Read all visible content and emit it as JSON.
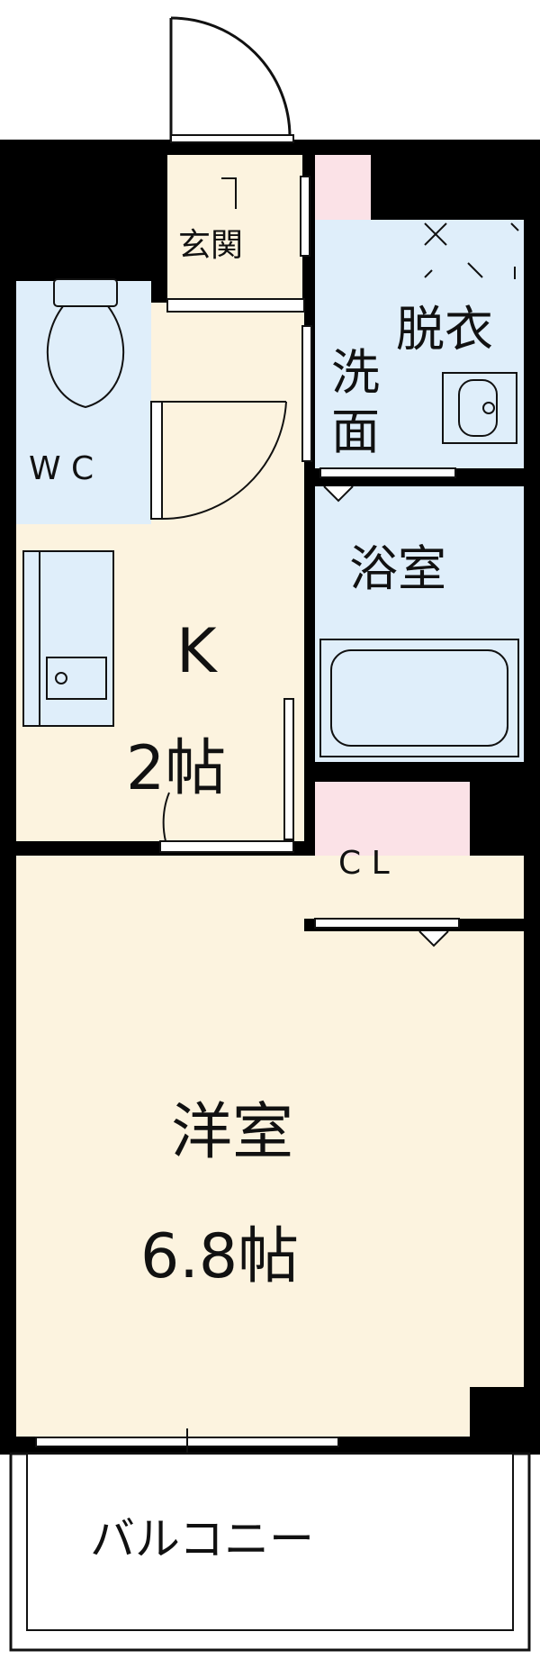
{
  "floorplan": {
    "colors": {
      "wall": "#000000",
      "room_cream": "#fcf3df",
      "room_blue": "#dfeefa",
      "room_pink": "#fbe2e7",
      "outline": "#111111"
    },
    "rooms": {
      "entrance": {
        "label": "玄関"
      },
      "wc": {
        "label": "W C"
      },
      "dressing": {
        "label": "脱衣"
      },
      "washbasin": {
        "label_1": "洗",
        "label_2": "面"
      },
      "bath": {
        "label": "浴室"
      },
      "kitchen": {
        "label": "K",
        "size": "2帖"
      },
      "closet": {
        "label": "C L"
      },
      "western_room": {
        "label": "洋室",
        "size": "6.8帖"
      },
      "balcony": {
        "label": "バルコニー"
      }
    }
  }
}
